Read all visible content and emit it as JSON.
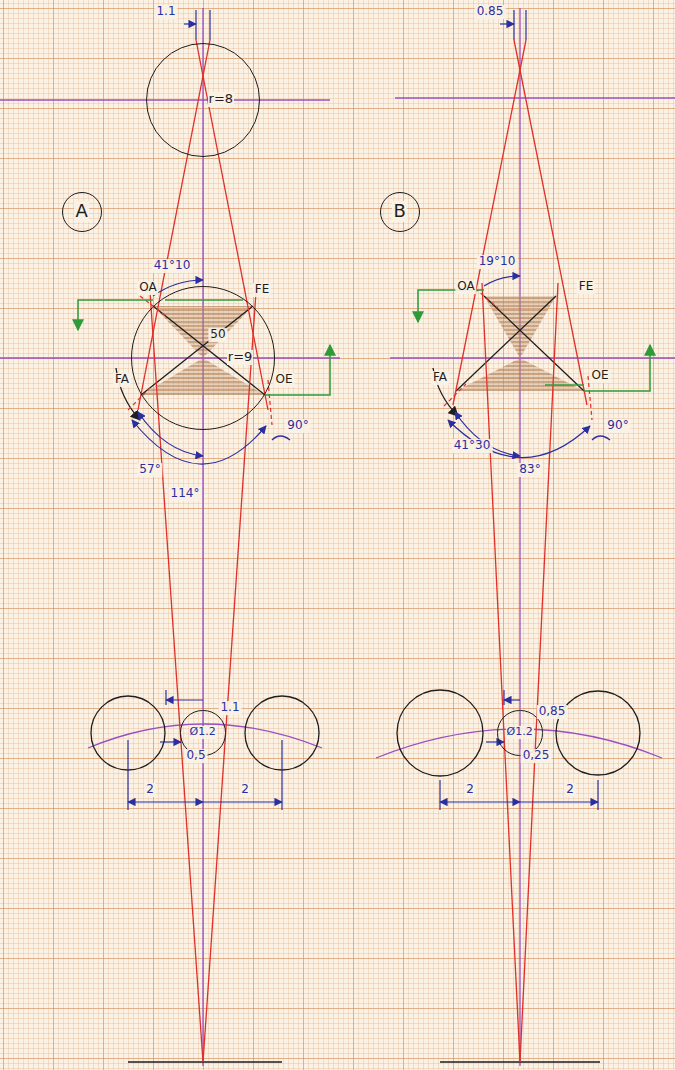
{
  "diagram": {
    "nodes": [
      {
        "text": [
          "r=8"
        ]
      },
      {
        "text": [
          "A"
        ]
      },
      {
        "text": [
          "B"
        ]
      },
      {
        "text": [
          "r=9"
        ]
      },
      {
        "text": [
          "Ø1.2"
        ]
      },
      {
        "text": [
          "Ø1.2"
        ]
      }
    ],
    "labels": [
      "1.1",
      "0.85",
      "50",
      "41°10",
      "OA",
      "FE",
      "FA",
      "OE",
      "57°",
      "90°",
      "114°",
      "19°10",
      "OA",
      "FE",
      "FA",
      "OE",
      "41°30",
      "83°",
      "90°",
      "1.1",
      "0,5",
      "2",
      "2",
      "0,85",
      "0,25",
      "2",
      "2"
    ]
  }
}
